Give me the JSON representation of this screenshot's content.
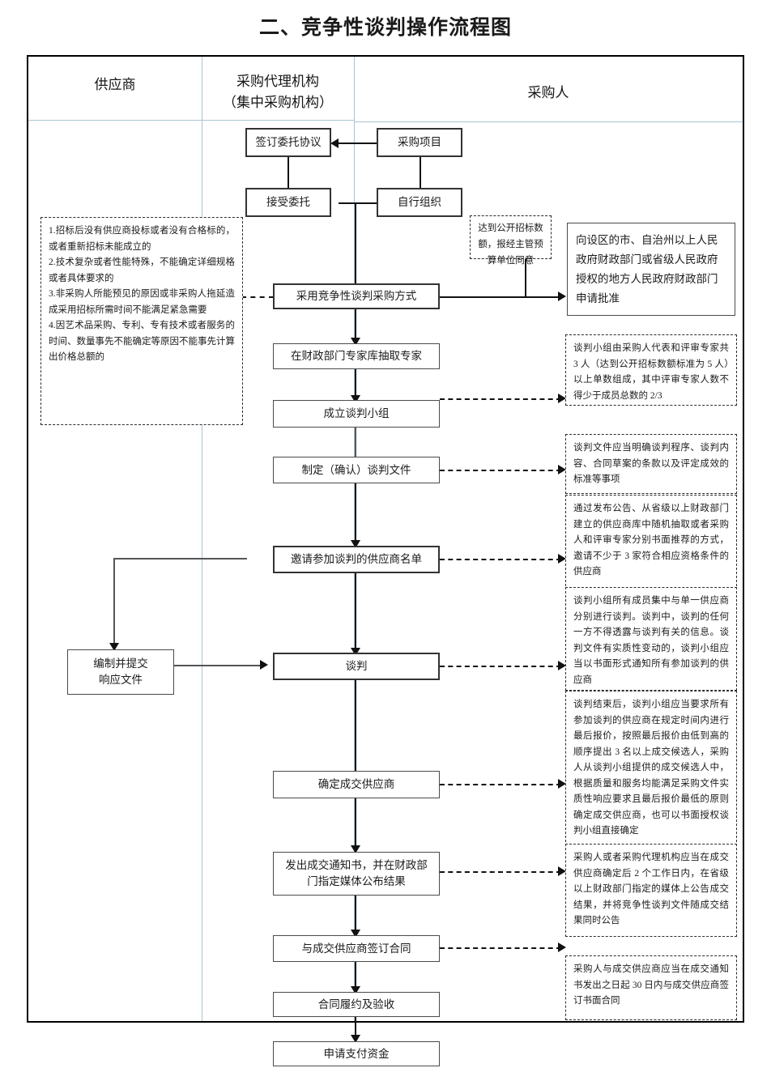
{
  "title": "二、竞争性谈判操作流程图",
  "swimlanes": [
    {
      "id": "supplier",
      "label": "供应商"
    },
    {
      "id": "agency",
      "label_line1": "采购代理机构",
      "label_line2": "（集中采购机构）"
    },
    {
      "id": "purchaser",
      "label": "采购人"
    }
  ],
  "process_boxes": {
    "sign_entrust": "签订委托协议",
    "purchase_project": "采购项目",
    "accept_entrust": "接受委托",
    "self_organize": "自行组织",
    "apply_approval": "向设区的市、自治州以上人民政府财政部门或省级人民政府授权的地方人民政府财政部门申请批准",
    "adopt_negotiation": "采用竞争性谈判采购方式",
    "draw_experts": "在财政部门专家库抽取专家",
    "form_group": "成立谈判小组",
    "make_document": "制定（确认）谈判文件",
    "invite_list": "邀请参加谈判的供应商名单",
    "prepare_response": "编制并提交\n响应文件",
    "prepare_response_line1": "编制并提交",
    "prepare_response_line2": "响应文件",
    "negotiate": "谈判",
    "determine_supplier": "确定成交供应商",
    "issue_notice_line1": "发出成交通知书，并在财政部",
    "issue_notice_line2": "门指定媒体公布结果",
    "sign_contract": "与成交供应商签订合同",
    "perform_accept": "合同履约及验收",
    "apply_payment": "申请支付资金"
  },
  "notes": {
    "conditions": [
      "1.招标后没有供应商投标或者没有合格标的，或者重新招标未能成立的",
      "2.技术复杂或者性能特殊，不能确定详细规格或者具体要求的",
      "3.非采购人所能预见的原因或非采购人拖延造成采用招标所需时间不能满足紧急需要",
      "4.因艺术品采购、专利、专有技术或者服务的时间、数量事先不能确定等原因不能事先计算出价格总额的"
    ],
    "reach_threshold": "达到公开招标数额，报经主管预算单位同意",
    "group_composition": "谈判小组由采购人代表和评审专家共 3 人（达到公开招标数额标准为 5 人）以上单数组成，其中评审专家人数不得少于成员总数的 2/3",
    "document_content": "谈判文件应当明确谈判程序、谈判内容、合同草案的条款以及评定成效的标准等事项",
    "invite_method": "通过发布公告、从省级以上财政部门建立的供应商库中随机抽取或者采购人和评审专家分别书面推荐的方式，邀请不少于 3 家符合相应资格条件的供应商",
    "negotiation_rule": "谈判小组所有成员集中与单一供应商分别进行谈判。谈判中，谈判的任何一方不得透露与谈判有关的信息。谈判文件有实质性变动的，谈判小组应当以书面形式通知所有参加谈判的供应商",
    "final_quote_rule": "谈判结束后，谈判小组应当要求所有参加谈判的供应商在规定时间内进行最后报价，按照最后报价由低到高的顺序提出 3 名以上成交候选人，采购人从谈判小组提供的成交候选人中，根据质量和服务均能满足采购文件实质性响应要求且最后报价最低的原则确定成交供应商，也可以书面授权谈判小组直接确定",
    "announce_rule": "采购人或者采购代理机构应当在成交供应商确定后 2 个工作日内，在省级以上财政部门指定的媒体上公告成交结果，并将竞争性谈判文件随成交结果同时公告",
    "contract_rule": "采购人与成交供应商应当在成交通知书发出之日起 30 日内与成交供应商签订书面合同"
  },
  "colors": {
    "frame_border": "#000000",
    "lane_divider": "#a9c4d4",
    "box_border": "#4b4b4b",
    "connector": "#111111",
    "note_border": "#2b2b2b",
    "background": "#ffffff"
  }
}
